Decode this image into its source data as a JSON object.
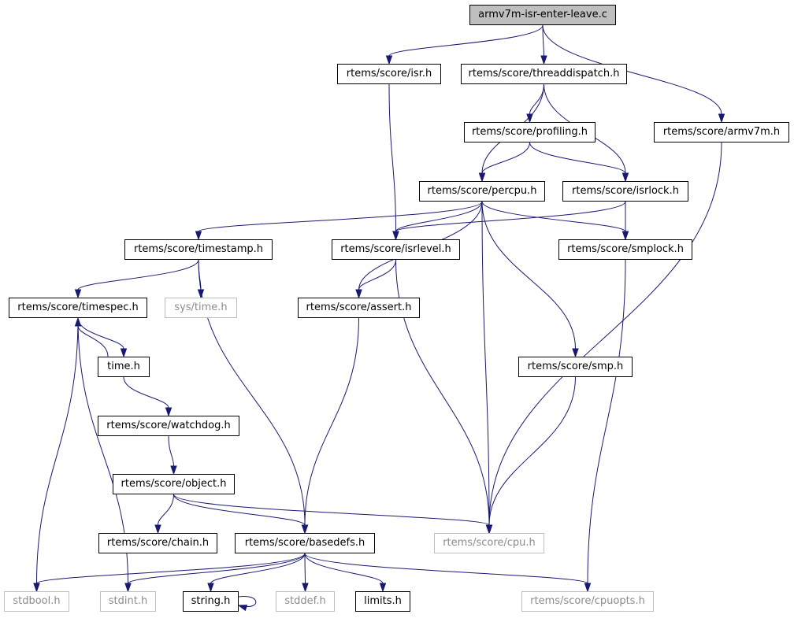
{
  "graph": {
    "edge_color": "#191970",
    "nodes": [
      {
        "id": "n0",
        "label": "armv7m-isr-enter-leave.c",
        "kind": "root"
      },
      {
        "id": "n1",
        "label": "rtems/score/isr.h",
        "kind": "link"
      },
      {
        "id": "n2",
        "label": "rtems/score/threaddispatch.h",
        "kind": "link"
      },
      {
        "id": "n3",
        "label": "rtems/score/armv7m.h",
        "kind": "link"
      },
      {
        "id": "n4",
        "label": "rtems/score/profiling.h",
        "kind": "link"
      },
      {
        "id": "n5",
        "label": "rtems/score/percpu.h",
        "kind": "link"
      },
      {
        "id": "n6",
        "label": "rtems/score/isrlock.h",
        "kind": "link"
      },
      {
        "id": "n7",
        "label": "rtems/score/timestamp.h",
        "kind": "link"
      },
      {
        "id": "n8",
        "label": "rtems/score/isrlevel.h",
        "kind": "link"
      },
      {
        "id": "n9",
        "label": "rtems/score/smplock.h",
        "kind": "link"
      },
      {
        "id": "n10",
        "label": "rtems/score/timespec.h",
        "kind": "link"
      },
      {
        "id": "n11",
        "label": "sys/time.h",
        "kind": "ext"
      },
      {
        "id": "n12",
        "label": "rtems/score/assert.h",
        "kind": "link"
      },
      {
        "id": "n13",
        "label": "time.h",
        "kind": "link"
      },
      {
        "id": "n14",
        "label": "rtems/score/smp.h",
        "kind": "link"
      },
      {
        "id": "n15",
        "label": "rtems/score/watchdog.h",
        "kind": "link"
      },
      {
        "id": "n16",
        "label": "rtems/score/object.h",
        "kind": "link"
      },
      {
        "id": "n17",
        "label": "rtems/score/chain.h",
        "kind": "link"
      },
      {
        "id": "n18",
        "label": "rtems/score/basedefs.h",
        "kind": "link"
      },
      {
        "id": "n19",
        "label": "rtems/score/cpu.h",
        "kind": "ext"
      },
      {
        "id": "n20",
        "label": "stdbool.h",
        "kind": "ext"
      },
      {
        "id": "n21",
        "label": "stdint.h",
        "kind": "ext"
      },
      {
        "id": "n22",
        "label": "string.h",
        "kind": "link"
      },
      {
        "id": "n23",
        "label": "stddef.h",
        "kind": "ext"
      },
      {
        "id": "n24",
        "label": "limits.h",
        "kind": "link"
      },
      {
        "id": "n25",
        "label": "rtems/score/cpuopts.h",
        "kind": "ext"
      }
    ],
    "edges": [
      [
        "n0",
        "n1"
      ],
      [
        "n0",
        "n2"
      ],
      [
        "n0",
        "n3"
      ],
      [
        "n1",
        "n8"
      ],
      [
        "n2",
        "n4"
      ],
      [
        "n2",
        "n5"
      ],
      [
        "n2",
        "n6"
      ],
      [
        "n3",
        "n19"
      ],
      [
        "n4",
        "n5"
      ],
      [
        "n4",
        "n6"
      ],
      [
        "n5",
        "n7"
      ],
      [
        "n5",
        "n12"
      ],
      [
        "n5",
        "n8"
      ],
      [
        "n5",
        "n19"
      ],
      [
        "n5",
        "n14"
      ],
      [
        "n5",
        "n9"
      ],
      [
        "n6",
        "n8"
      ],
      [
        "n6",
        "n9"
      ],
      [
        "n7",
        "n10"
      ],
      [
        "n7",
        "n11"
      ],
      [
        "n7",
        "n18"
      ],
      [
        "n8",
        "n12"
      ],
      [
        "n8",
        "n19"
      ],
      [
        "n9",
        "n25"
      ],
      [
        "n10",
        "n13"
      ],
      [
        "n10",
        "n20"
      ],
      [
        "n10",
        "n21"
      ],
      [
        "n13",
        "n10"
      ],
      [
        "n13",
        "n15"
      ],
      [
        "n12",
        "n18"
      ],
      [
        "n14",
        "n19"
      ],
      [
        "n15",
        "n16"
      ],
      [
        "n16",
        "n17"
      ],
      [
        "n16",
        "n18"
      ],
      [
        "n16",
        "n19"
      ],
      [
        "n18",
        "n20"
      ],
      [
        "n18",
        "n21"
      ],
      [
        "n18",
        "n22"
      ],
      [
        "n18",
        "n23"
      ],
      [
        "n18",
        "n24"
      ],
      [
        "n18",
        "n25"
      ],
      [
        "n22",
        "n22"
      ]
    ]
  }
}
